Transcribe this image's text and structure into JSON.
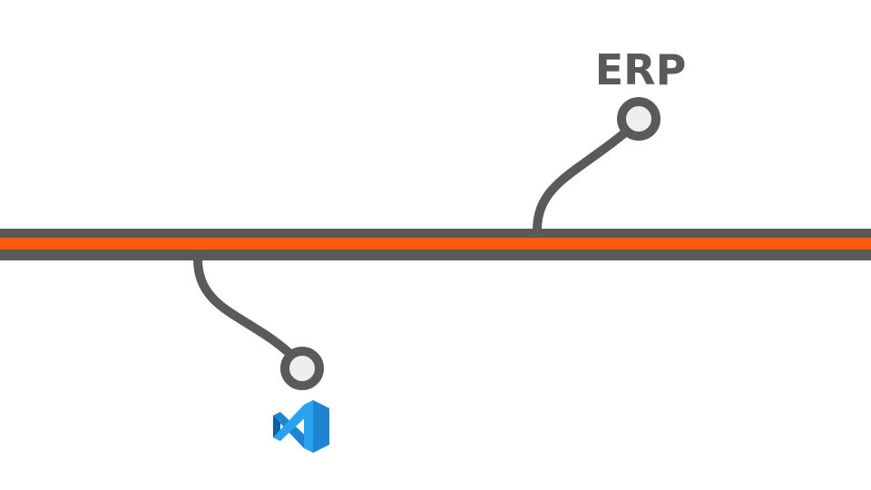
{
  "diagram": {
    "colors": {
      "track": "#5a5a5a",
      "accent": "#ff5a0d",
      "node_fill": "#eeeeee",
      "label": "#5a5a5a",
      "vscode_light": "#29a3ef",
      "vscode_mid": "#1e84d1",
      "vscode_dark": "#0f5fa8"
    },
    "nodes": [
      {
        "id": "erp",
        "label": "ERP",
        "position": "top-right",
        "connects_to": "main-line"
      },
      {
        "id": "vscode",
        "icon": "vscode-icon",
        "position": "bottom-left",
        "connects_to": "main-line"
      }
    ],
    "line": {
      "type": "main-line"
    }
  }
}
